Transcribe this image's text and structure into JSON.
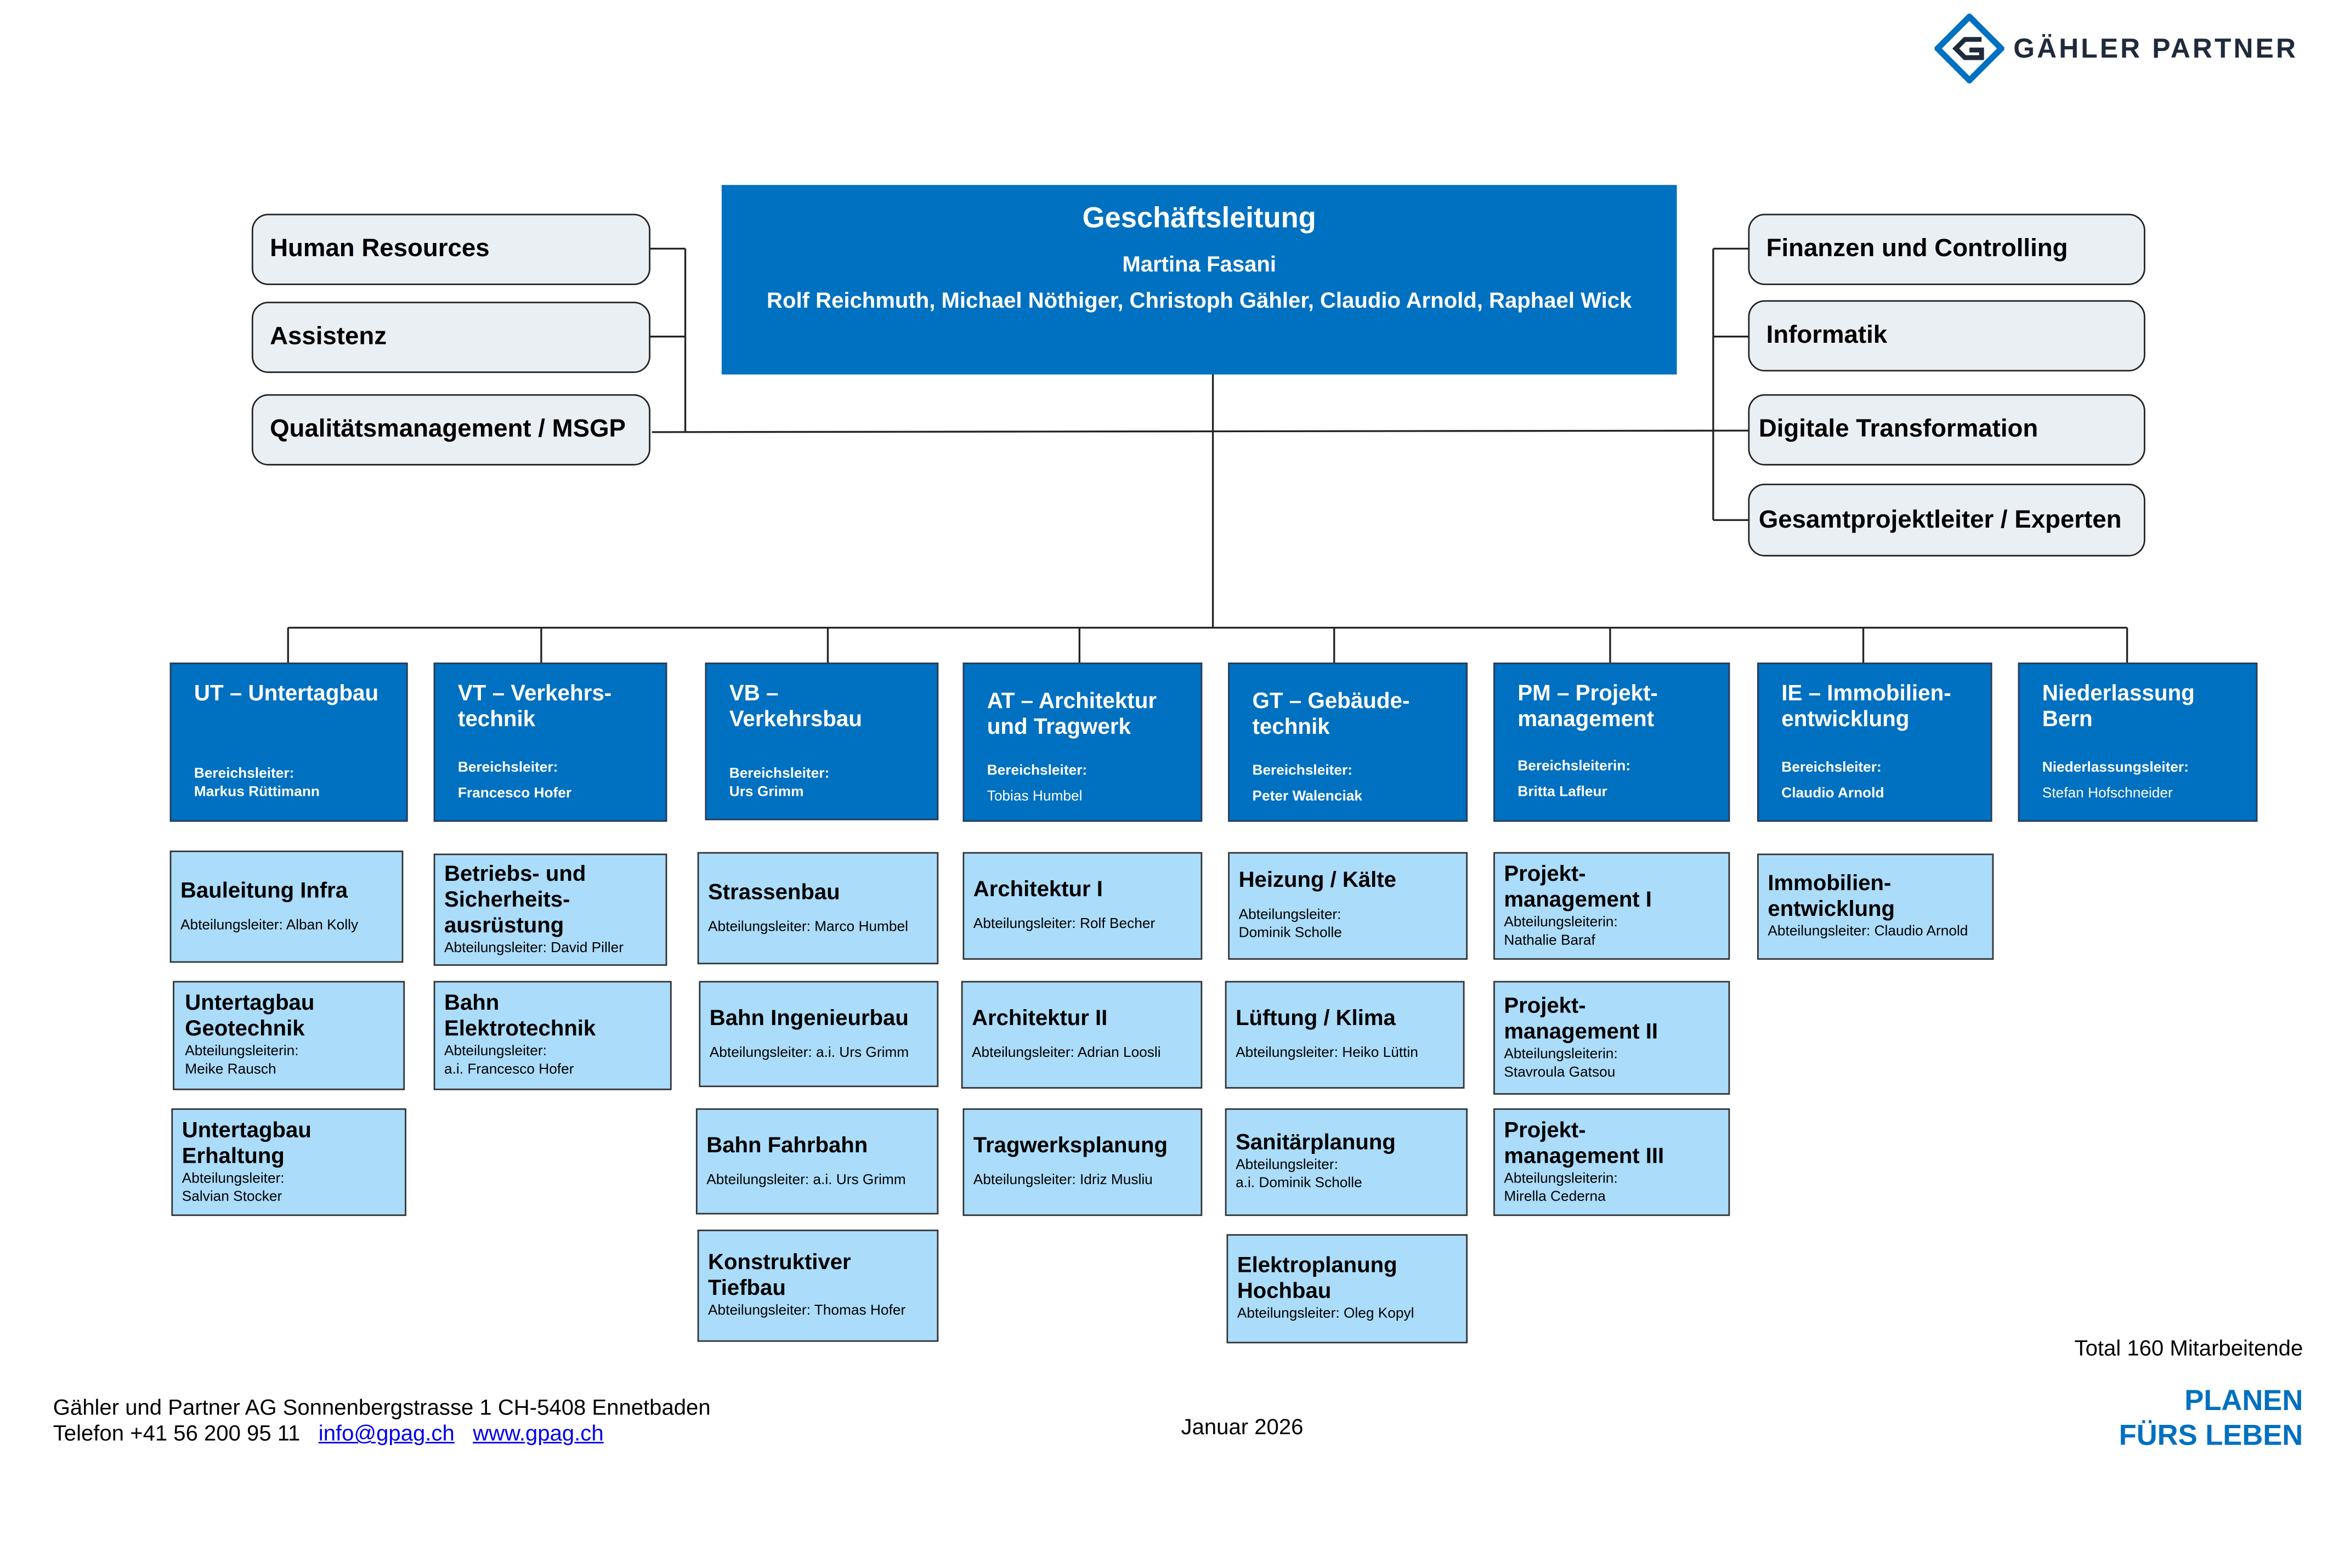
{
  "brand": {
    "name": "GÄHLER PARTNER",
    "slogan_line1": "PLANEN",
    "slogan_line2": "FÜRS LEBEN",
    "color": "#0070c0"
  },
  "executive": {
    "title": "Geschäftsleitung",
    "chair": "Martina Fasani",
    "members": "Rolf Reichmuth, Michael Nöthiger, Christoph Gähler, Claudio Arnold, Raphael Wick"
  },
  "staff_left": [
    "Human Resources",
    "Assistenz",
    "Qualitätsmanagement / MSGP"
  ],
  "staff_right": [
    "Finanzen und Controlling",
    "Informatik",
    "Digitale Transformation",
    "Gesamtprojektleiter / Experten"
  ],
  "divisions": [
    {
      "title": "UT – Untertagbau",
      "role": "Bereichsleiter:",
      "person": "Markus Rüttimann",
      "departments": [
        {
          "title": "Bauleitung Infra",
          "lines": [
            "Abteilungsleiter: Alban Kolly"
          ]
        },
        {
          "title": "Untertagbau Geotechnik",
          "lines": [
            "Abteilungsleiterin:",
            "Meike Rausch"
          ]
        },
        {
          "title": "Untertagbau Erhaltung",
          "lines": [
            "Abteilungsleiter:",
            "Salvian Stocker"
          ]
        }
      ]
    },
    {
      "title": "VT – Verkehrs-technik",
      "role": "Bereichsleiter:",
      "person": "Francesco Hofer",
      "departments": [
        {
          "title": "Betriebs- und Sicherheits-ausrüstung",
          "lines": [
            "Abteilungsleiter: David Piller"
          ]
        },
        {
          "title": "Bahn Elektrotechnik",
          "lines": [
            "Abteilungsleiter:",
            " a.i. Francesco Hofer"
          ]
        }
      ]
    },
    {
      "title": "VB – Verkehrsbau",
      "role": "Bereichsleiter:",
      "person": "Urs Grimm",
      "departments": [
        {
          "title": "Strassenbau",
          "lines": [
            "Abteilungsleiter: Marco Humbel"
          ]
        },
        {
          "title": "Bahn Ingenieurbau",
          "lines": [
            "Abteilungsleiter: a.i. Urs Grimm"
          ]
        },
        {
          "title": "Bahn Fahrbahn",
          "lines": [
            "Abteilungsleiter: a.i. Urs Grimm"
          ]
        },
        {
          "title": "Konstruktiver Tiefbau",
          "lines": [
            "Abteilungsleiter: Thomas Hofer"
          ]
        }
      ]
    },
    {
      "title": "AT – Architektur und Tragwerk",
      "role": "Bereichsleiter:",
      "person": "Tobias Humbel",
      "departments": [
        {
          "title": "Architektur I",
          "lines": [
            "Abteilungsleiter: Rolf Becher"
          ]
        },
        {
          "title": "Architektur II",
          "lines": [
            "Abteilungsleiter: Adrian Loosli"
          ]
        },
        {
          "title": "Tragwerksplanung",
          "lines": [
            "Abteilungsleiter: Idriz Musliu"
          ]
        }
      ]
    },
    {
      "title": "GT – Gebäude-technik",
      "role": "Bereichsleiter:",
      "person": "Peter Walenciak",
      "departments": [
        {
          "title": "Heizung / Kälte",
          "lines": [
            "Abteilungsleiter:",
            "Dominik Scholle"
          ]
        },
        {
          "title": "Lüftung / Klima",
          "lines": [
            "Abteilungsleiter: Heiko Lüttin"
          ]
        },
        {
          "title": "Sanitärplanung",
          "lines": [
            "Abteilungsleiter:",
            "a.i. Dominik Scholle"
          ]
        },
        {
          "title": "Elektroplanung Hochbau",
          "lines": [
            "Abteilungsleiter: Oleg Kopyl"
          ]
        }
      ]
    },
    {
      "title": "PM – Projekt-management",
      "role": "Bereichsleiterin:",
      "person": "Britta Lafleur",
      "departments": [
        {
          "title": "Projekt-management I",
          "lines": [
            "Abteilungsleiterin:",
            "Nathalie Baraf"
          ]
        },
        {
          "title": "Projekt-management II",
          "lines": [
            "Abteilungsleiterin:",
            "Stavroula Gatsou"
          ]
        },
        {
          "title": "Projekt-management III",
          "lines": [
            "Abteilungsleiterin:",
            "Mirella Cederna"
          ]
        }
      ]
    },
    {
      "title": "IE – Immobilien-entwicklung",
      "role": "Bereichsleiter:",
      "person": "Claudio Arnold",
      "departments": [
        {
          "title": "Immobilien-entwicklung",
          "lines": [
            "Abteilungsleiter: Claudio Arnold"
          ]
        }
      ]
    },
    {
      "title": "Niederlassung Bern",
      "role": "Niederlassungsleiter:",
      "person": "Stefan Hofschneider",
      "departments": []
    }
  ],
  "footer": {
    "address": "Gähler und Partner AG  Sonnenbergstrasse 1  CH-5408 Ennetbaden",
    "phone": "Telefon +41 56 200 95 11",
    "email": "info@gpag.ch",
    "website": "www.gpag.ch",
    "date": "Januar 2026",
    "total": "Total 160 Mitarbeitende"
  }
}
